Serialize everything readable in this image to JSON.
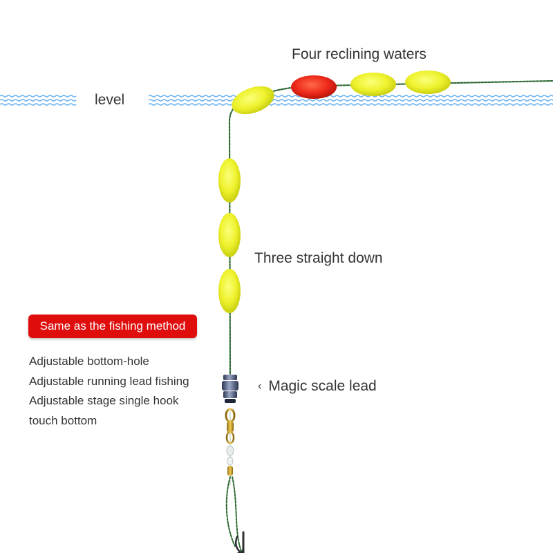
{
  "labels": {
    "level": "level",
    "four_reclining": "Four reclining waters",
    "three_straight": "Three straight down",
    "magic_lead": "Magic scale lead",
    "magic_arrow": "‹"
  },
  "method": {
    "title": "Same as the fishing method",
    "items": [
      "Adjustable bottom-hole",
      "Adjustable running lead fishing",
      "Adjustable stage single hook",
      "touch bottom"
    ]
  },
  "colors": {
    "water_wave": "#6fb4f0",
    "float_yellow": "#f2f536",
    "float_red": "#ee2a1a",
    "line_green": "#3a7a3c",
    "badge_red": "#e00d0d",
    "lead_blue": "#4f5f86",
    "swivel_gold": "#c99a1c",
    "hook_dark": "#2e3033"
  },
  "floats": {
    "reclining_count": 4,
    "straight_count": 3
  }
}
